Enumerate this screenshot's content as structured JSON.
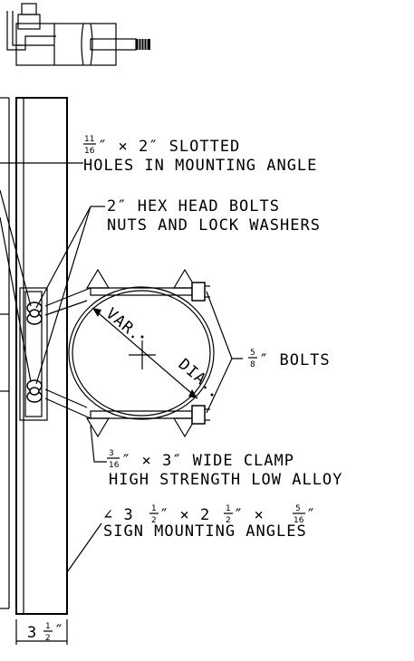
{
  "labels": {
    "slotted": {
      "frac_num": "11",
      "frac_den": "16",
      "line1_rest": "″ × 2″ SLOTTED",
      "line2": "HOLES IN MOUNTING ANGLE"
    },
    "hex_bolts": {
      "line1": "2″ HEX HEAD BOLTS",
      "line2": "NUTS AND LOCK WASHERS"
    },
    "bolts": {
      "frac_num": "5",
      "frac_den": "8",
      "rest": "″ BOLTS"
    },
    "clamp": {
      "frac_num": "3",
      "frac_den": "16",
      "line1_rest": "″ × 3″ WIDE CLAMP",
      "line2": "HIGH STRENGTH LOW ALLOY"
    },
    "angles": {
      "prefix": "∠ 3",
      "frac1_num": "1",
      "frac1_den": "2",
      "mid1": "″ × 2",
      "frac2_num": "1",
      "frac2_den": "2",
      "mid2": "″ × ",
      "frac3_num": "5",
      "frac3_den": "16",
      "end": "″",
      "line2": "SIGN MOUNTING ANGLES"
    },
    "dim_var": "VAR.",
    "dim_dia": "DIA.",
    "width_dim": {
      "whole": "3",
      "frac_num": "1",
      "frac_den": "2",
      "unit": "″"
    }
  }
}
